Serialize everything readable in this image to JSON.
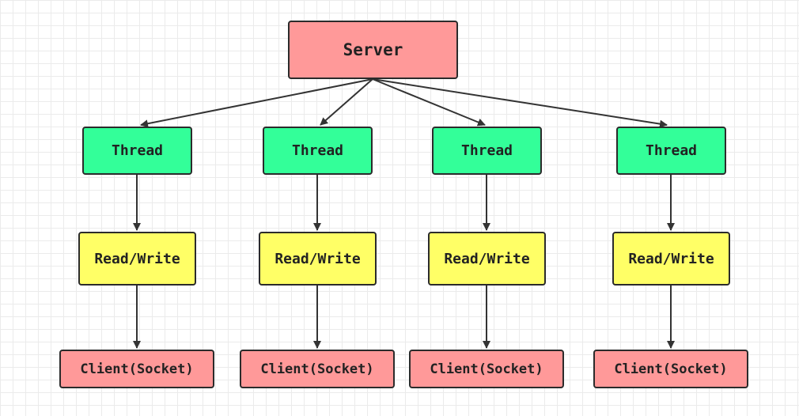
{
  "diagram": {
    "server": {
      "label": "Server"
    },
    "branches": [
      {
        "thread": "Thread",
        "io": "Read/Write",
        "client": "Client(Socket)"
      },
      {
        "thread": "Thread",
        "io": "Read/Write",
        "client": "Client(Socket)"
      },
      {
        "thread": "Thread",
        "io": "Read/Write",
        "client": "Client(Socket)"
      },
      {
        "thread": "Thread",
        "io": "Read/Write",
        "client": "Client(Socket)"
      }
    ],
    "edges": [
      [
        "server",
        "thread-0"
      ],
      [
        "server",
        "thread-1"
      ],
      [
        "server",
        "thread-2"
      ],
      [
        "server",
        "thread-3"
      ],
      [
        "thread-0",
        "read-write-0"
      ],
      [
        "thread-1",
        "read-write-1"
      ],
      [
        "thread-2",
        "read-write-2"
      ],
      [
        "thread-3",
        "read-write-3"
      ],
      [
        "read-write-0",
        "client-0"
      ],
      [
        "read-write-1",
        "client-1"
      ],
      [
        "read-write-2",
        "client-2"
      ],
      [
        "read-write-3",
        "client-3"
      ]
    ],
    "colors": {
      "server": "#ff9999",
      "thread": "#33ff99",
      "read_write": "#ffff66",
      "client": "#ff9999",
      "border": "#2b2b2b",
      "arrow": "#333333"
    }
  }
}
